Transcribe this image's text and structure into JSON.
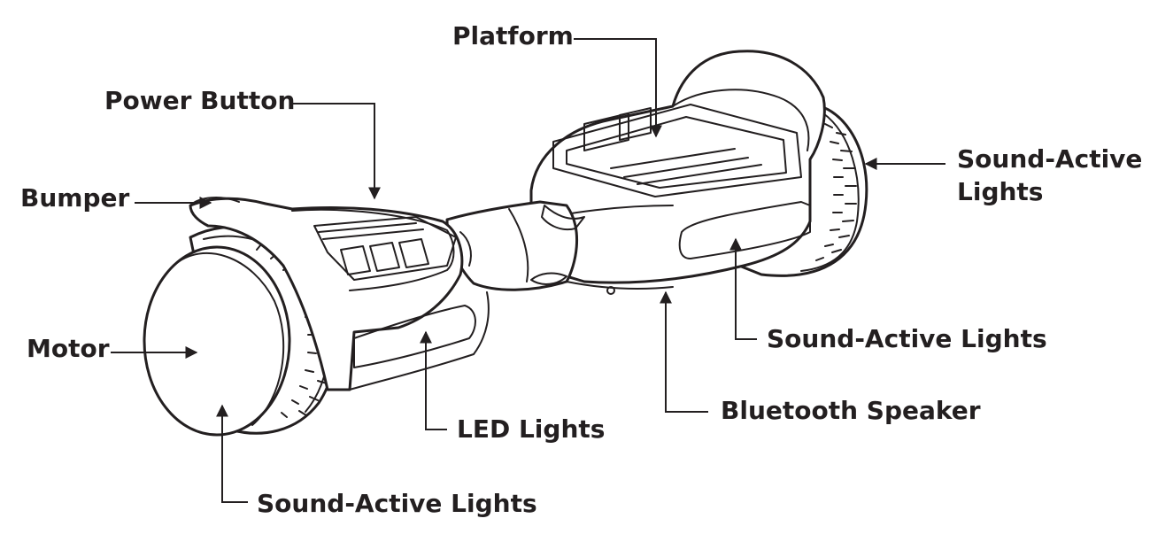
{
  "colors": {
    "ink": "#231f20",
    "background": "#ffffff"
  },
  "callouts": {
    "platform": "Platform",
    "power_button": "Power Button",
    "bumper": "Bumper",
    "motor": "Motor",
    "led_lights": "LED Lights",
    "bluetooth_speaker": "Bluetooth Speaker",
    "sound_active_lights_bottom": "Sound-Active Lights",
    "sound_active_lights_middle": "Sound-Active Lights",
    "sound_active_lights_right_line1": "Sound-Active",
    "sound_active_lights_right_line2": "Lights"
  }
}
